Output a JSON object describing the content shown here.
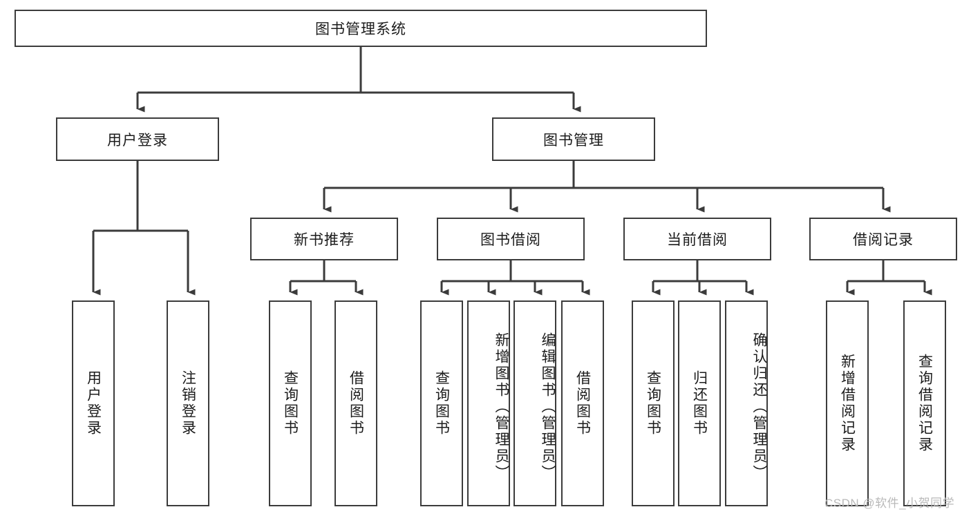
{
  "diagram": {
    "type": "tree-hierarchy",
    "title": "图书管理系统",
    "watermark": "CSDN @软件_小贺同学",
    "colors": {
      "border": "#3b3b3b",
      "background": "#ffffff",
      "text": "#1b1b1b",
      "watermark": "#b9b9b9"
    },
    "levels": {
      "root": {
        "label": "图书管理系统"
      },
      "level2": [
        {
          "label": "用户登录"
        },
        {
          "label": "图书管理"
        }
      ],
      "level3": [
        {
          "label": "新书推荐"
        },
        {
          "label": "图书借阅"
        },
        {
          "label": "当前借阅"
        },
        {
          "label": "借阅记录"
        }
      ],
      "level4": {
        "user_login": [
          {
            "label": "用户登录"
          },
          {
            "label": "注销登录"
          }
        ],
        "new_book": [
          {
            "label": "查询图书"
          },
          {
            "label": "借阅图书"
          }
        ],
        "book_borrow": [
          {
            "label": "查询图书"
          },
          {
            "label": "新增图书（管理员）"
          },
          {
            "label": "编辑图书（管理员）"
          },
          {
            "label": "借阅图书"
          }
        ],
        "current_borrow": [
          {
            "label": "查询图书"
          },
          {
            "label": "归还图书"
          },
          {
            "label": "确认归还（管理员）"
          }
        ],
        "borrow_record": [
          {
            "label": "新增借阅记录"
          },
          {
            "label": "查询借阅记录"
          }
        ]
      }
    }
  }
}
